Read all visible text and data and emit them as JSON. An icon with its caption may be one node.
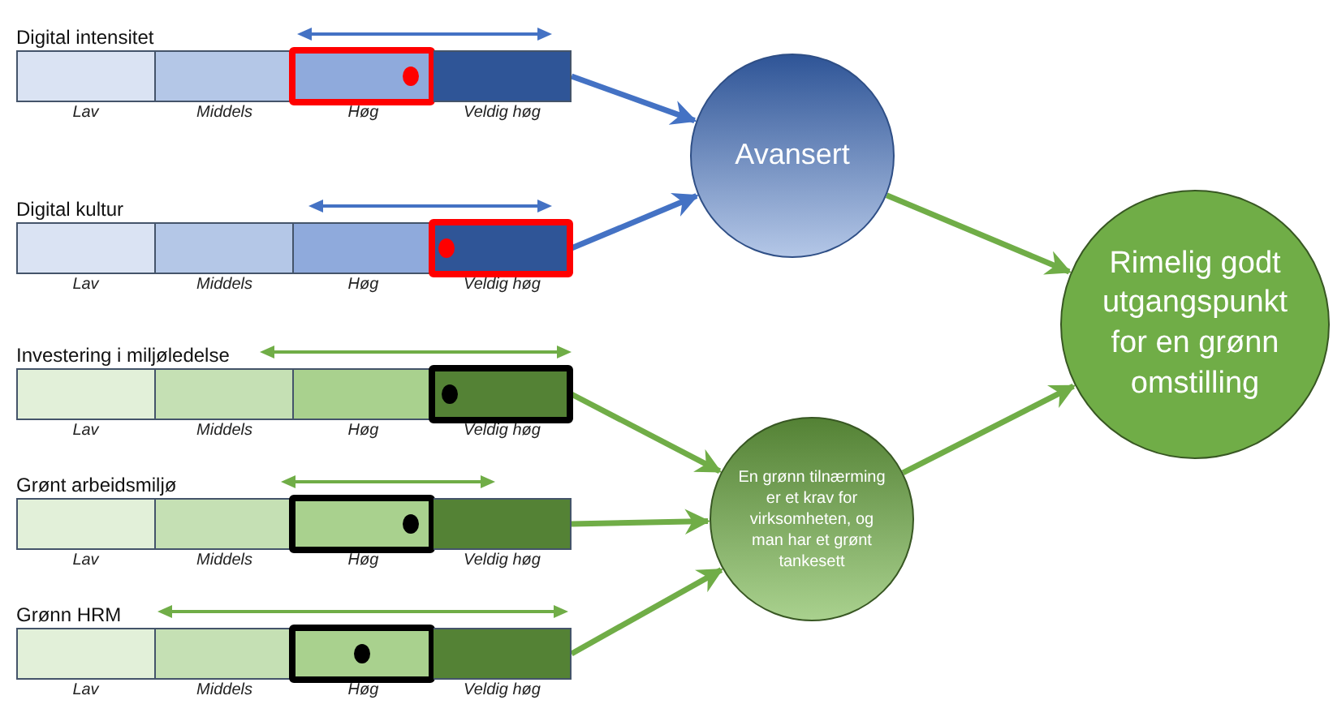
{
  "diagram": {
    "nodes": [
      {
        "text": [
          "Digital intensitet"
        ]
      },
      {
        "text": [
          "Lav"
        ],
        "in": 0
      },
      {
        "text": [
          "Middels"
        ],
        "in": 0
      },
      {
        "text": [
          "Høg"
        ],
        "in": 0
      },
      {
        "text": [
          "Veldig høg"
        ],
        "in": 0
      },
      {
        "text": [
          "Digital kultur"
        ]
      },
      {
        "text": [
          "Lav"
        ],
        "in": 5
      },
      {
        "text": [
          "Middels"
        ],
        "in": 5
      },
      {
        "text": [
          "Høg"
        ],
        "in": 5
      },
      {
        "text": [
          "Veldig høg"
        ],
        "in": 5
      },
      {
        "text": [
          "Investering i miljøledelse"
        ]
      },
      {
        "text": [
          "Lav"
        ],
        "in": 10
      },
      {
        "text": [
          "Middels"
        ],
        "in": 10
      },
      {
        "text": [
          "Høg"
        ],
        "in": 10
      },
      {
        "text": [
          "Veldig høg"
        ],
        "in": 10
      },
      {
        "text": [
          "Grønt arbeidsmiljø"
        ]
      },
      {
        "text": [
          "Lav"
        ],
        "in": 15
      },
      {
        "text": [
          "Middels"
        ],
        "in": 15
      },
      {
        "text": [
          "Høg"
        ],
        "in": 15
      },
      {
        "text": [
          "Veldig høg"
        ],
        "in": 15
      },
      {
        "text": [
          "Grønn HRM"
        ]
      },
      {
        "text": [
          "Lav"
        ],
        "in": 20
      },
      {
        "text": [
          "Middels"
        ],
        "in": 20
      },
      {
        "text": [
          "Høg"
        ],
        "in": 20
      },
      {
        "text": [
          "Veldig høg"
        ],
        "in": 20
      },
      {
        "text": [
          "Avansert"
        ]
      },
      {
        "text": [
          "En grønn tilnærming er et krav for virksomheten, og man har et grønt tankesett"
        ]
      },
      {
        "text": [
          "Rimelig godt utgangspunkt for en grønn omstilling"
        ]
      }
    ],
    "edges": [
      {
        "from": 0,
        "to": 25,
        "arrow": "to",
        "color": "#4472c4"
      },
      {
        "from": 5,
        "to": 25,
        "arrow": "to",
        "color": "#4472c4"
      },
      {
        "from": 10,
        "to": 26,
        "arrow": "to"
      },
      {
        "from": 15,
        "to": 26,
        "arrow": "to"
      },
      {
        "from": 20,
        "to": 26,
        "arrow": "to"
      },
      {
        "from": 25,
        "to": 27,
        "arrow": "to"
      },
      {
        "from": 26,
        "to": 27,
        "arrow": "to"
      }
    ]
  }
}
